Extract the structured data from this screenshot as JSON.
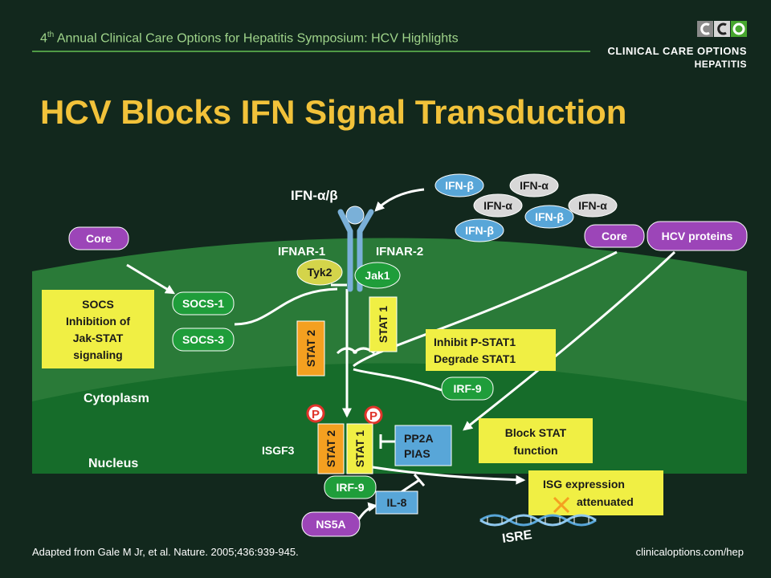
{
  "header": {
    "symposium_prefix": "4",
    "symposium_sup": "th",
    "symposium_rest": " Annual Clinical Care Options for Hepatitis Symposium: HCV Highlights"
  },
  "logo": {
    "line1": "CLINICAL CARE OPTIONS",
    "line2": "HEPATITIS"
  },
  "title": "HCV Blocks IFN Signal Transduction",
  "diagram": {
    "receptor_label": "IFN-α/β",
    "ifn_beta": "IFN-β",
    "ifn_alpha": "IFN-α",
    "core": "Core",
    "hcv_proteins": "HCV proteins",
    "ifnar1": "IFNAR-1",
    "ifnar2": "IFNAR-2",
    "tyk2": "Tyk2",
    "jak1": "Jak1",
    "socs1": "SOCS-1",
    "socs3": "SOCS-3",
    "socs_box": [
      "SOCS",
      "Inhibition of",
      "Jak-STAT",
      "signaling"
    ],
    "stat2": "STAT 2",
    "stat1": "STAT 1",
    "inhibit_box": [
      "Inhibit P-STAT1",
      "Degrade STAT1"
    ],
    "irf9": "IRF-9",
    "cytoplasm": "Cytoplasm",
    "nucleus": "Nucleus",
    "phospho": "P",
    "isgf3": "ISGF3",
    "pp2a": [
      "PP2A",
      "PIAS"
    ],
    "block_box": [
      "Block STAT",
      "function"
    ],
    "isg_box": [
      "ISG expression",
      "attenuated"
    ],
    "il8": "IL-8",
    "ns5a": "NS5A",
    "isre": "ISRE"
  },
  "footer": {
    "citation": "Adapted from Gale M Jr, et al. Nature. 2005;436:939-945.",
    "url": "clinicaloptions.com/hep"
  },
  "colors": {
    "background": "#12281d",
    "cytoplasm": "#2a7a38",
    "nucleus": "#166c2a",
    "title": "#f2c23a",
    "purple": "#9c45b8",
    "blue": "#58a6d8",
    "green": "#1f9d3a",
    "yellow": "#f0ef44",
    "orange": "#f4a020",
    "olive": "#d4d44a",
    "red": "#e0342a"
  }
}
